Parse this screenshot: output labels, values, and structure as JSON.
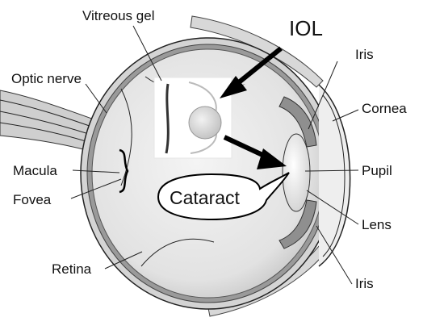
{
  "labels": {
    "vitreous_gel": "Vitreous gel",
    "iol": "IOL",
    "iris_top": "Iris",
    "optic_nerve": "Optic nerve",
    "cornea": "Cornea",
    "macula": "Macula",
    "pupil": "Pupil",
    "fovea": "Fovea",
    "cataract": "Cataract",
    "lens": "Lens",
    "retina": "Retina",
    "iris_bottom": "Iris"
  },
  "colors": {
    "line": "#222222",
    "sclera": "#d4d4d4",
    "vitreous": "#ececec",
    "choroid": "#9a9a9a",
    "inset_bg": "#ffffff",
    "arrow": "#000000"
  }
}
